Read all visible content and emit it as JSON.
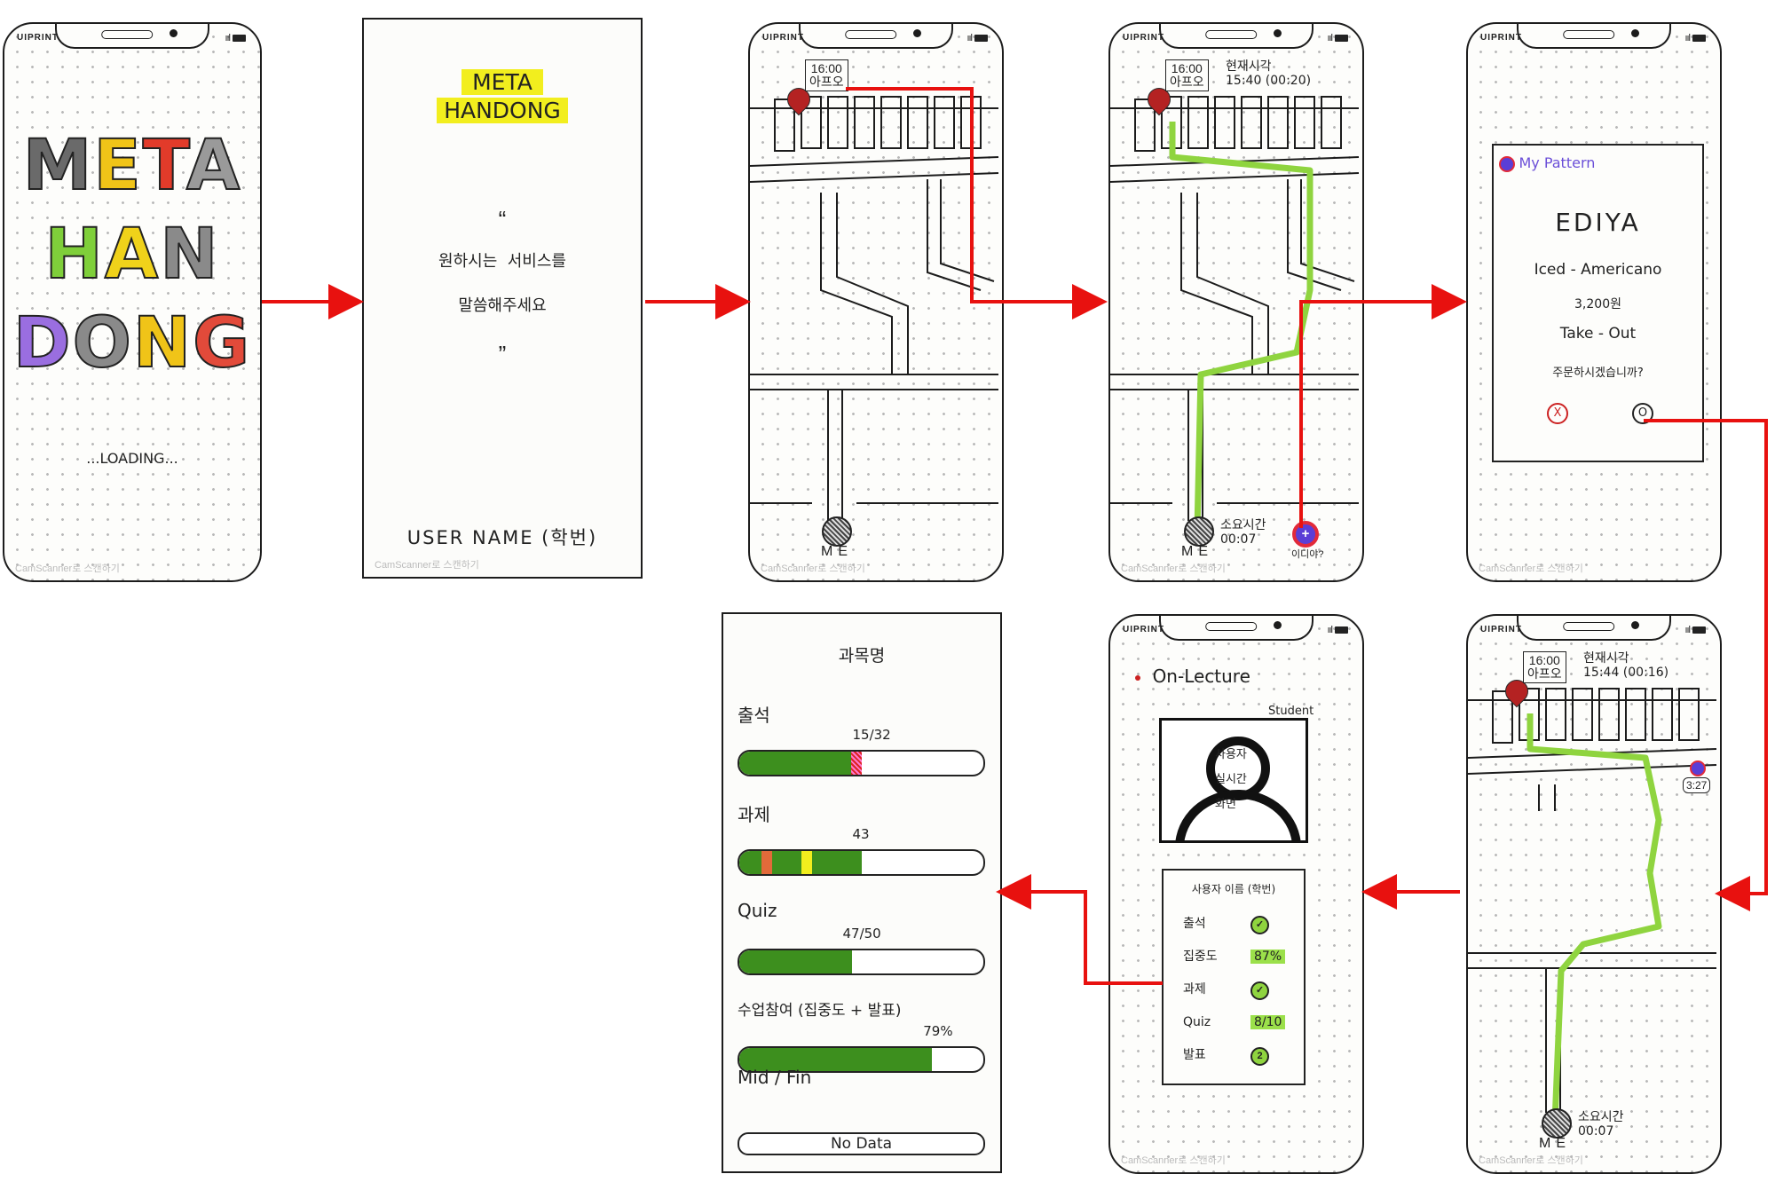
{
  "screens": {
    "splash": {
      "brand": "UIPRINT",
      "logo_lines": [
        {
          "text": "META",
          "colors": [
            "#6a6a6a",
            "#f0c418",
            "#e23b2a",
            "#9a9a9a"
          ]
        },
        {
          "text": "HAN",
          "colors": [
            "#7fcf3a",
            "#f0d21a",
            "#8a8a8a"
          ]
        },
        {
          "text": "DONG",
          "colors": [
            "#9a6ee0",
            "#8a8a8a",
            "#f0c418",
            "#e24a3a"
          ]
        }
      ],
      "loading": "...LOADING...",
      "watermark": "CamScanner로 스캔하기"
    },
    "voice": {
      "title_line1": "META",
      "title_line2": "HANDONG",
      "open_quote": "“",
      "prompt_line1": "원하시는  서비스를",
      "prompt_line2": "말씀해주세요",
      "close_quote": "”",
      "footer": "USER NAME (학번)",
      "watermark": "CamScanner로 스캔하기"
    },
    "map1": {
      "brand": "UIPRINT",
      "dest_time": "16:00",
      "dest_name": "아프오",
      "me_label": "ME",
      "watermark": "CamScanner로 스캔하기"
    },
    "map2": {
      "brand": "UIPRINT",
      "dest_time": "16:00",
      "dest_name": "아프오",
      "now_title": "현재시각",
      "now_value": "15:40 (00:20)",
      "me_label": "ME",
      "eta_title": "소요시간",
      "eta_value": "00:07",
      "shop_label": "이디야?",
      "watermark": "CamScanner로 스캔하기"
    },
    "pattern": {
      "brand": "UIPRINT",
      "header": "My Pattern",
      "store": "EDIYA",
      "menu": "Iced - Americano",
      "price": "3,200원",
      "option": "Take - Out",
      "question": "주문하시겠습니까?",
      "no_label": "X",
      "yes_label": "O",
      "watermark": "CamScanner로 스캔하기"
    },
    "map3": {
      "brand": "UIPRINT",
      "dest_time": "16:00",
      "dest_name": "아프오",
      "now_title": "현재시각",
      "now_value": "15:44 (00:16)",
      "shop_time": "3:27",
      "me_label": "ME",
      "eta_title": "소요시간",
      "eta_value": "00:07",
      "watermark": "CamScanner로 스캔하기"
    },
    "lecture": {
      "brand": "UIPRINT",
      "title": "On-Lecture",
      "student_label": "Student",
      "overlay_line1": "사용자",
      "overlay_line2": "실시간",
      "overlay_line3": "화면",
      "user_line": "사용자 이름 (학번)",
      "rows": [
        {
          "label": "출석",
          "value": "✓"
        },
        {
          "label": "집중도",
          "value": "87%"
        },
        {
          "label": "과제",
          "value": "✓"
        },
        {
          "label": "Quiz",
          "value": "8/10"
        },
        {
          "label": "발표",
          "value": "2"
        }
      ],
      "watermark": "CamScanner로 스캔하기"
    },
    "grades": {
      "title": "과목명",
      "items": [
        {
          "label": "출석",
          "value_text": "15/32",
          "progress": 0.5
        },
        {
          "label": "과제",
          "value_text": "43",
          "progress": 0.5
        },
        {
          "label": "Quiz",
          "value_text": "47/50",
          "progress": 0.46
        },
        {
          "label": "수업참여 (집중도 + 발표)",
          "value_text": "79%",
          "progress": 0.79
        }
      ],
      "midfin_label": "Mid / Fin",
      "no_data": "No Data"
    }
  },
  "colors": {
    "arrow": "#e8110f",
    "route": "#8fd43f",
    "marker_green": "#3d8f1e",
    "highlight": "#f2ee1e"
  }
}
